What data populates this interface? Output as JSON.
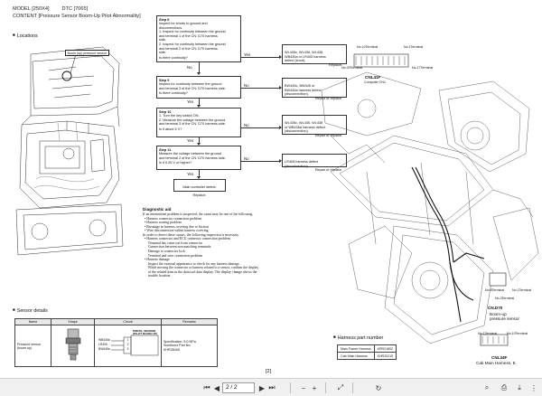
{
  "header": {
    "model_label": "MODEL [250X4]",
    "dtc_label": "DTC [7065]",
    "content": "CONTENT [Pressure Sensor Boom-Up Pilot Abnormality]"
  },
  "locations": {
    "title": "Locations",
    "callout": "Boom (up) pressure sensor"
  },
  "flow": {
    "step8": {
      "title": "Step 8",
      "body": "Inspect for shorts to ground and\ndisconnections.\n1. Inspect for continuity between the ground\n   and terminal 1 of the CN. D70 harness\n   side.\n2. Inspect for continuity between the ground\n   and terminal 2 of the CN. D70 harness\n   side.",
      "question": "Is there continuity?",
      "result": "WL435c, WL436, WL438,\nWB435a or LR405 harness\ndefect (short).",
      "action": "Replace."
    },
    "step9": {
      "title": "Step 9",
      "body": "Inspect for continuity between the ground\nand terminal 3 of the CN. D70 harness side.",
      "question": "Is there continuity?",
      "result": "BW445c, BW445 or\nBW445a harness defect\n(disconnection).",
      "action": "Repair or replace."
    },
    "step10": {
      "title": "Step 10",
      "body": "1. Turn the key switch ON.\n2. Measure the voltage between the ground\n   and terminal 3 of the CN. D70 harness side.",
      "question": "Is it about 5 V?",
      "result": "WL435c, WL435, WL438\nor WB435a harness defect\n(disconnection).",
      "action": "Repair or replace."
    },
    "step11": {
      "title": "Step 11",
      "body": "Measure the voltage between the ground\nand terminal 2 of the CN. D70 harness side.",
      "question": "Is it 0.25 V or higher?",
      "result": "LR405 harness defect\n(disconnection).",
      "action": "Repair or replace."
    },
    "final": {
      "result": "Main controller defect.",
      "action": "Replace."
    },
    "yes": "Yes",
    "no": "No"
  },
  "diagnostic_aid": {
    "title": "Diagnostic aid",
    "lines": [
      "If an intermittent problem is suspected, the cause may be one of the following.",
      "  • Harness connector connection problem",
      "  • Harness routing problem",
      "  • Breakage in harness covering due to friction",
      "  • Wire disconnection within harness covering",
      "In order to detect these causes, the following inspection is necessary.",
      "  • Harness connector and ECU connector connection problem",
      "      Terminal has come out from connector",
      "      Connection between non matching terminals",
      "      Damage to connector lock",
      "      Terminal and wire connection problem",
      "  • Harness damage",
      "      Inspect the external appearance to check for any harness damage.",
      "      While moving the connector or harness related to a sensor, confirm the display",
      "      of the related item in the data tool data display. The display change shows the",
      "      trouble location."
    ]
  },
  "sensor_details": {
    "title": "Sensor details",
    "columns": [
      "Name",
      "Shape",
      "Circuit",
      "Remarks"
    ],
    "name": "Pressure sensor\n(boom up)",
    "circuit_title": "PRESS. SENSOR\n(PILOT BOOM UP)",
    "wires": [
      "WB435a",
      "LR405",
      "BW445a"
    ],
    "terminals": [
      "1",
      "2",
      "3"
    ],
    "remarks": "Specification: 5.0 MPa\nSumitomo Part No:\nKHR2804D"
  },
  "harness_part": {
    "title": "Harness part number",
    "rows": [
      {
        "name": "Main Frame Harness",
        "part": "KRR21802"
      },
      {
        "name": "Cab Main Harness",
        "part": "KHR20210"
      }
    ]
  },
  "machine_labels": {
    "no10_top": "No.10Terminal",
    "no1_top": "No.1Terminal",
    "no39": "No.39Terminal",
    "no17": "No.17Terminal",
    "cnl41f": "CNL41F",
    "computer": "Computer CN1",
    "no8": "No.8Terminal",
    "no1_mid": "No.1Terminal",
    "no3": "No.3Terminal",
    "cnd70": "CN.D70",
    "boom_up": "Boom-up\npressure sensor",
    "no1_low": "No.1Terminal",
    "no10_low": "No.10Terminal",
    "cnl34f": "CNL34F",
    "cab": "Cab Main Harness, E"
  },
  "page_number": "[2]",
  "toolbar": {
    "page_value": "2 / 2",
    "page_total": ""
  }
}
